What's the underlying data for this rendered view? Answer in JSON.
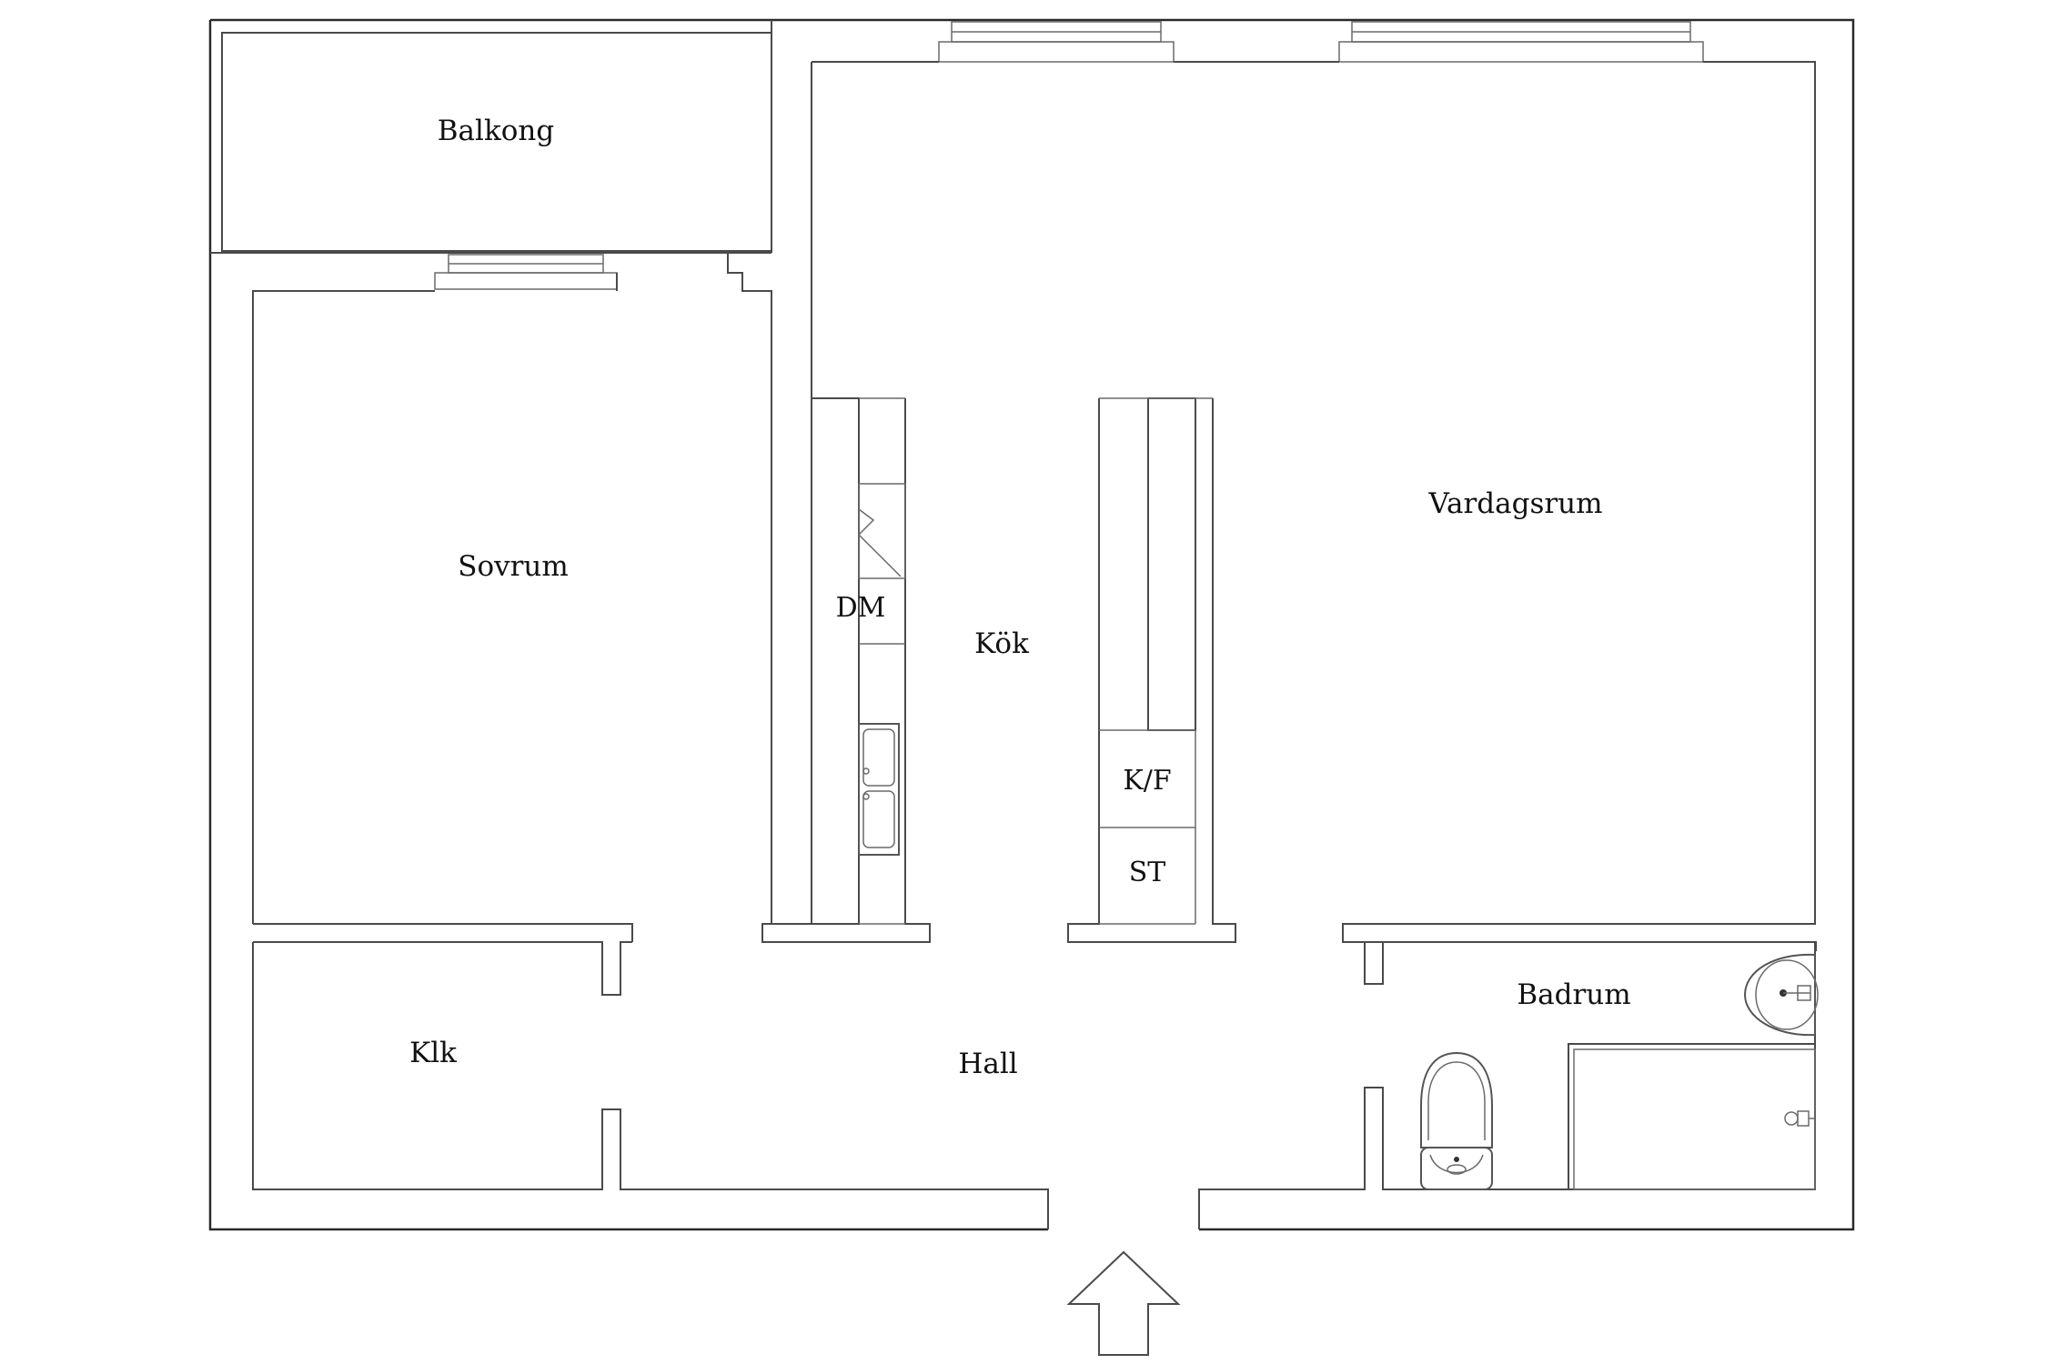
{
  "rooms": {
    "balkong": "Balkong",
    "sovrum": "Sovrum",
    "kok": "Kök",
    "vardagsrum": "Vardagsrum",
    "klk": "Klk",
    "hall": "Hall",
    "badrum": "Badrum"
  },
  "appliances": {
    "dishwasher": "DM",
    "fridge_freezer": "K/F",
    "stove": "ST"
  }
}
